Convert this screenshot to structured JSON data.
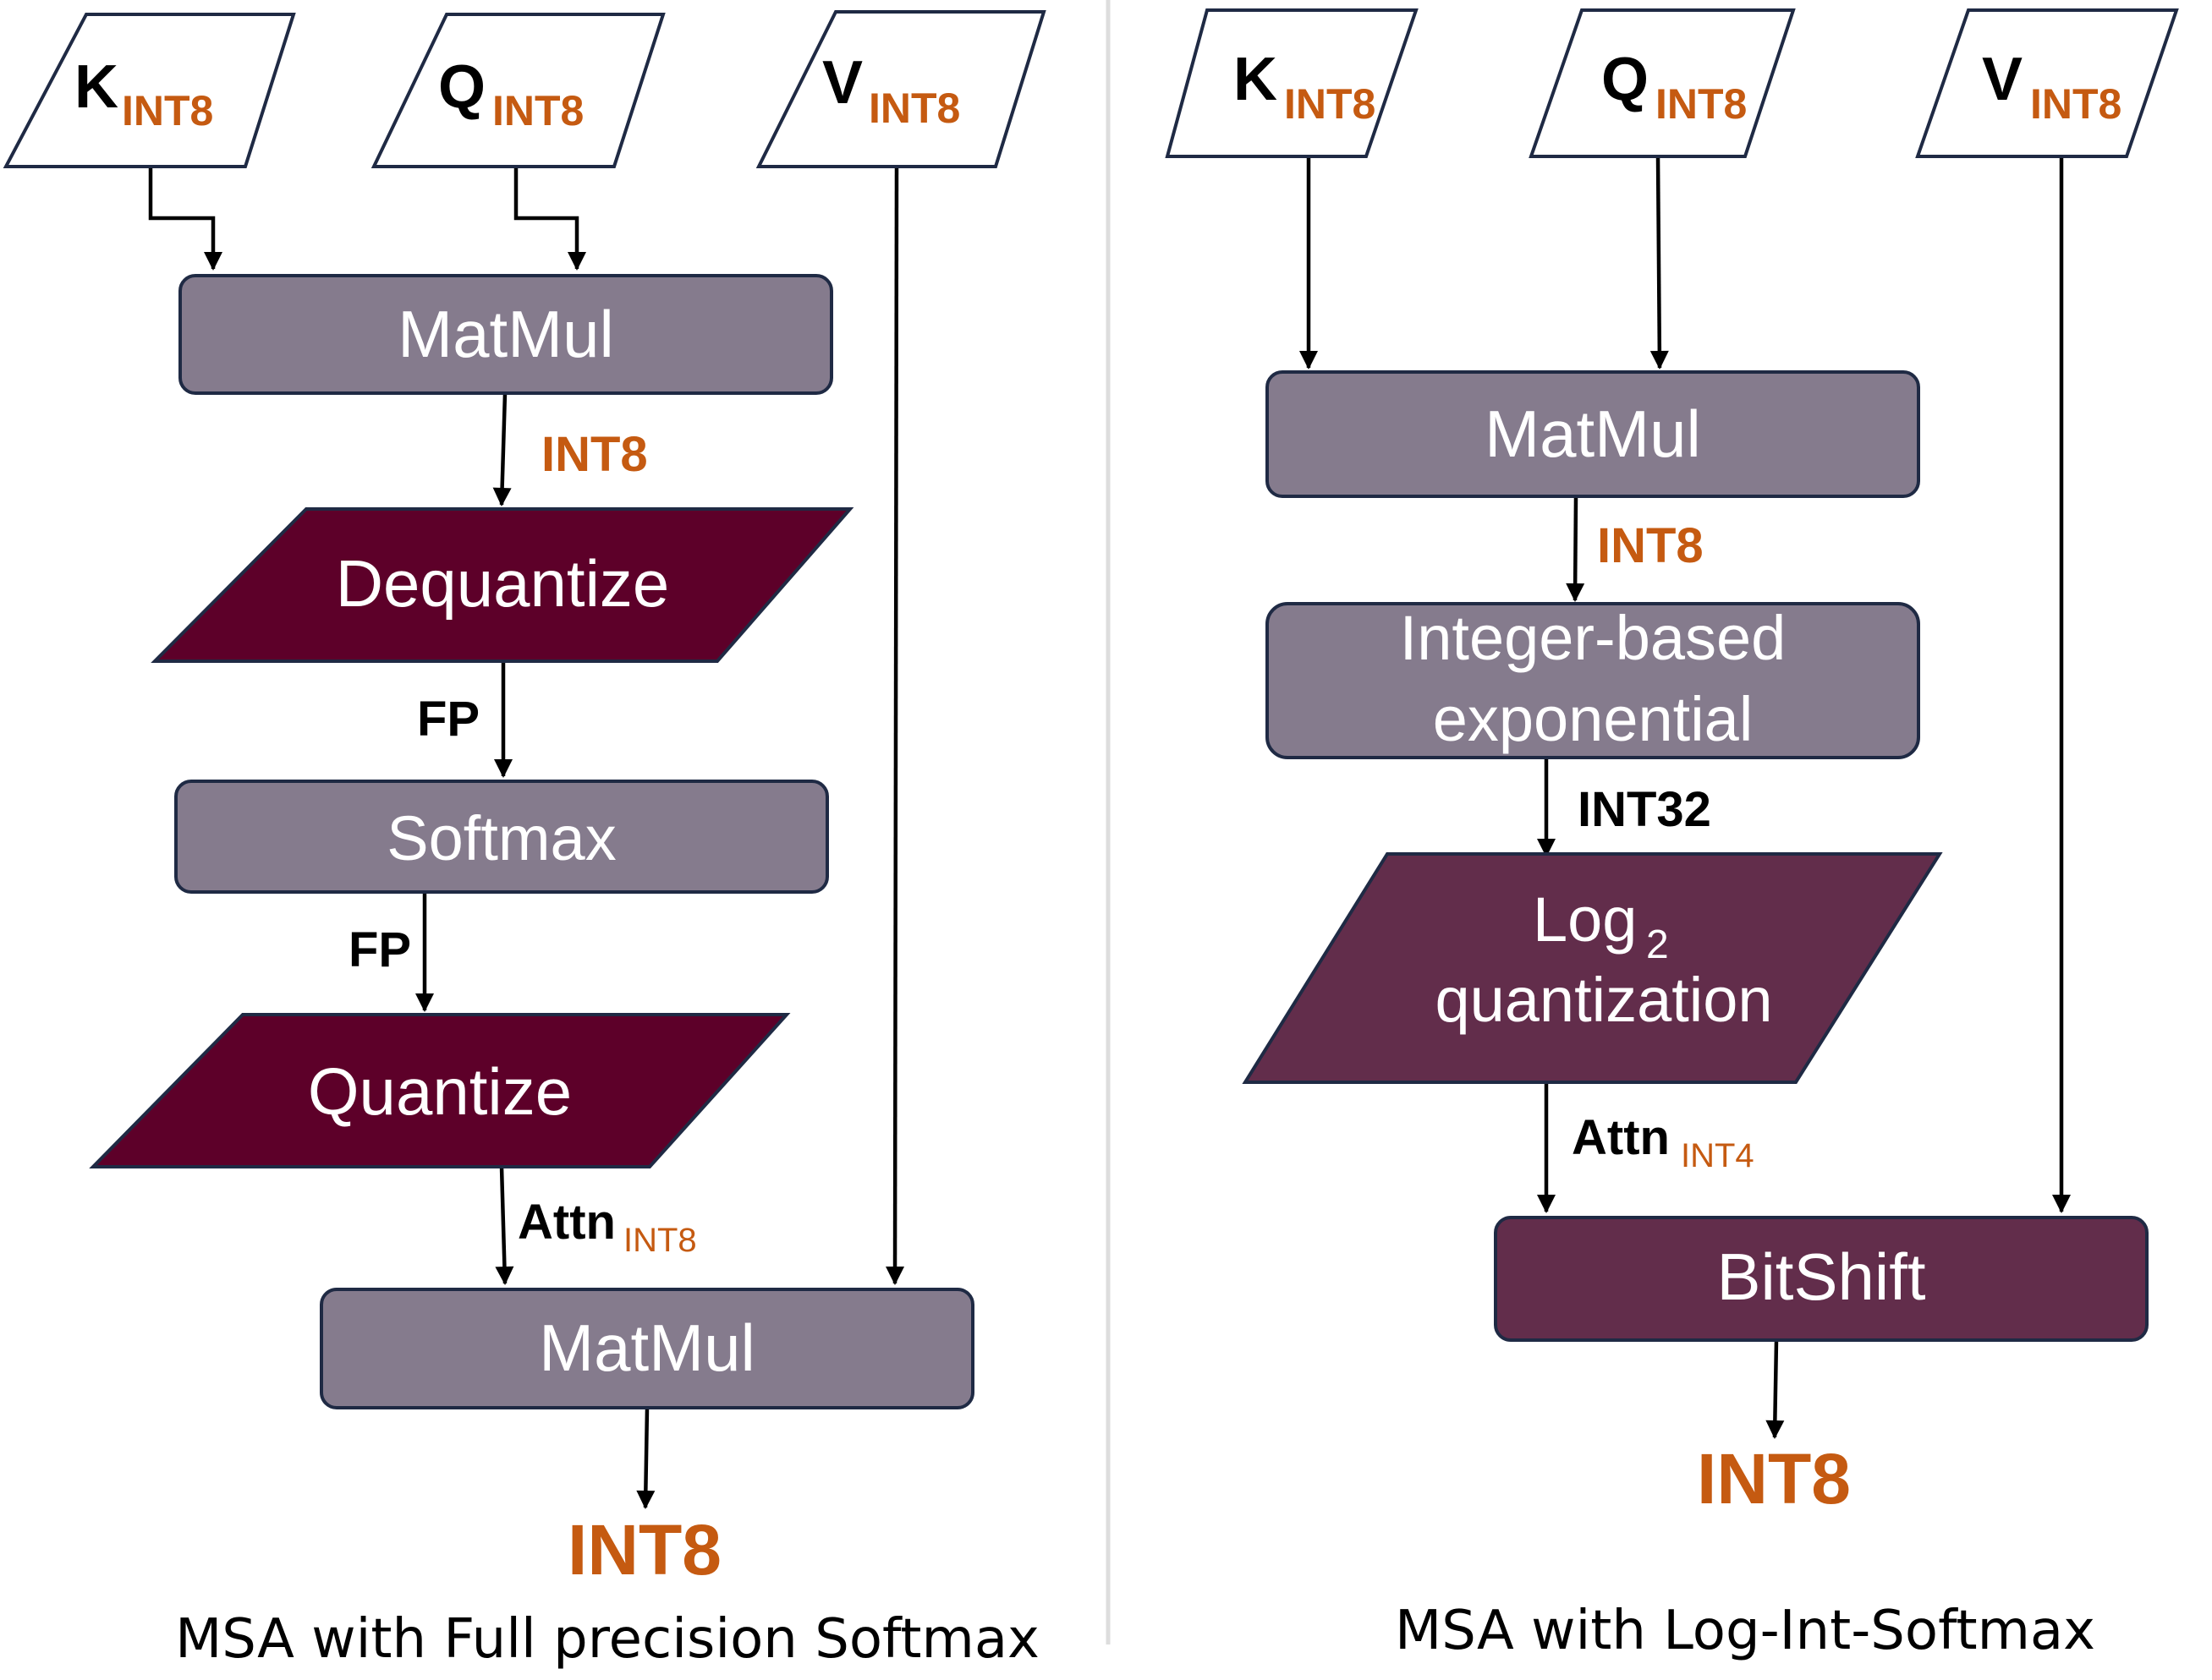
{
  "left_panel": {
    "inputs": [
      {
        "main": "K",
        "sub": "INT8"
      },
      {
        "main": "Q",
        "sub": "INT8"
      },
      {
        "main": "V",
        "sub": "INT8"
      }
    ],
    "matmul1": "MatMul",
    "edge1": "INT8",
    "dequantize": "Dequantize",
    "edge2": "FP",
    "softmax": "Softmax",
    "edge3": "FP",
    "quantize": "Quantize",
    "edge4": {
      "main": "Attn",
      "sub": "INT8"
    },
    "matmul2": "MatMul",
    "output": "INT8",
    "caption": "MSA with Full precision Softmax"
  },
  "right_panel": {
    "inputs": [
      {
        "main": "K",
        "sub": "INT8"
      },
      {
        "main": "Q",
        "sub": "INT8"
      },
      {
        "main": "V",
        "sub": "INT8"
      }
    ],
    "matmul": "MatMul",
    "edge1": "INT8",
    "exponential": [
      "Integer-based",
      "exponential"
    ],
    "edge2": "INT32",
    "log_quant": {
      "main": "Log",
      "sub": "2",
      "line2": "quantization"
    },
    "edge3": {
      "main": "Attn",
      "sub": "INT4"
    },
    "bitshift": "BitShift",
    "output": "INT8",
    "caption": "MSA with Log-Int-Softmax"
  },
  "colors": {
    "gray_box": "#857b8d",
    "maroon_box": "#5d0029",
    "plum_box": "#622d4b",
    "orange_text": "#c55a11",
    "outline": "#1f2a44"
  }
}
